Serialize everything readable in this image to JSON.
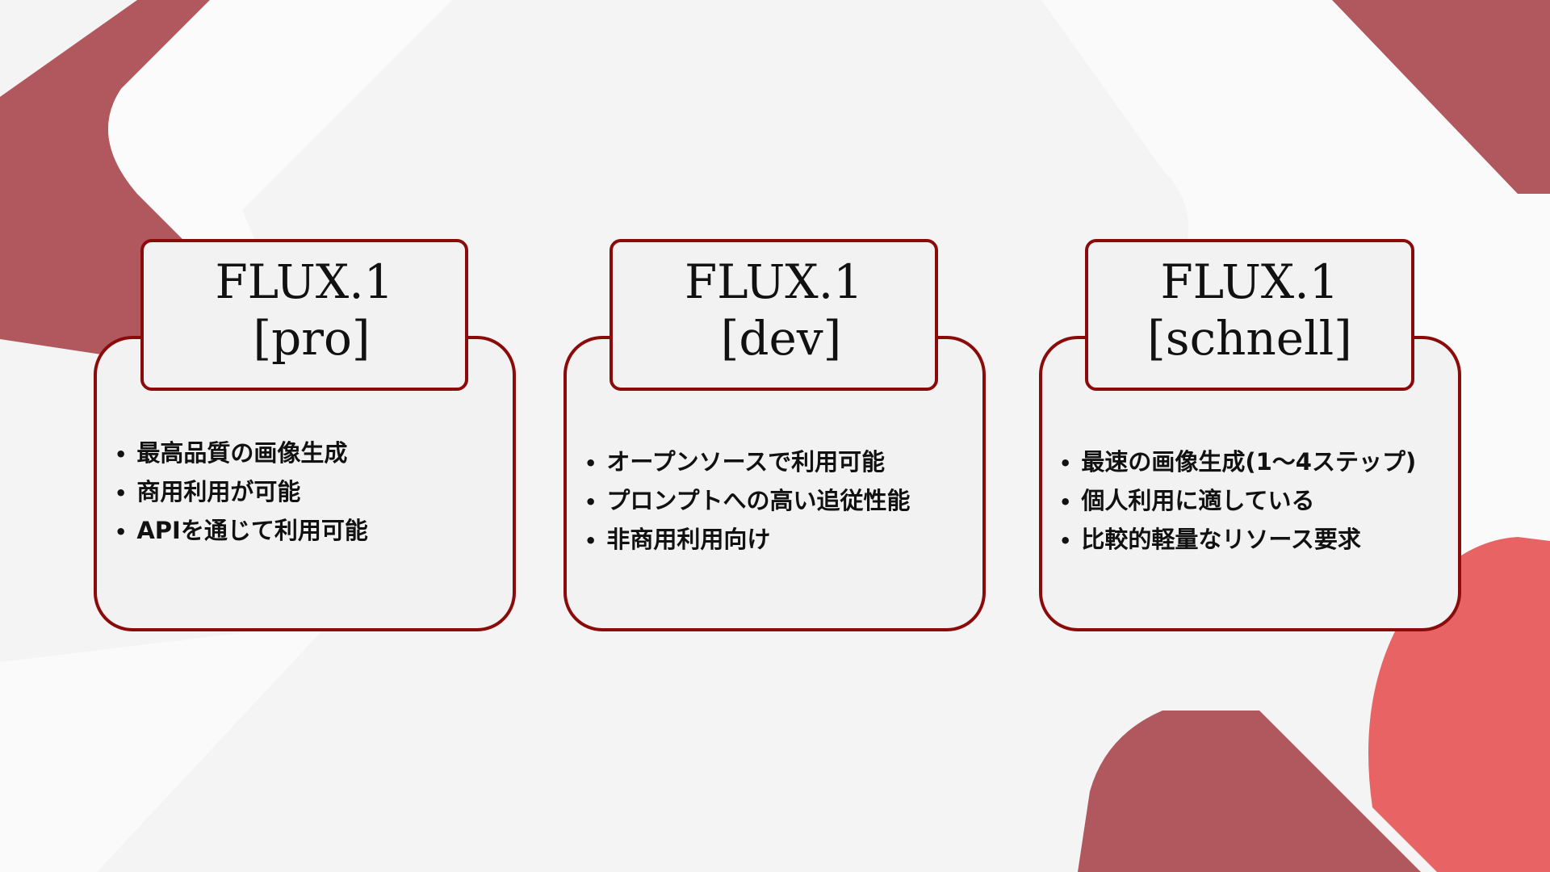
{
  "colors": {
    "accent": "#8b0b0b",
    "shape_dark": "#b0585e",
    "shape_light": "#e86464"
  },
  "cards": [
    {
      "title": "FLUX.1",
      "variant": "[pro]",
      "bullets": [
        "最高品質の画像生成",
        "商用利用が可能",
        "APIを通じて利用可能"
      ]
    },
    {
      "title": "FLUX.1",
      "variant": "[dev]",
      "bullets": [
        "オープンソースで利用可能",
        "プロンプトへの高い追従性能",
        "非商用利用向け"
      ]
    },
    {
      "title": "FLUX.1",
      "variant": "[schnell]",
      "bullets": [
        "最速の画像生成(1～4ステップ)",
        "個人利用に適している",
        "比較的軽量なリソース要求"
      ]
    }
  ]
}
